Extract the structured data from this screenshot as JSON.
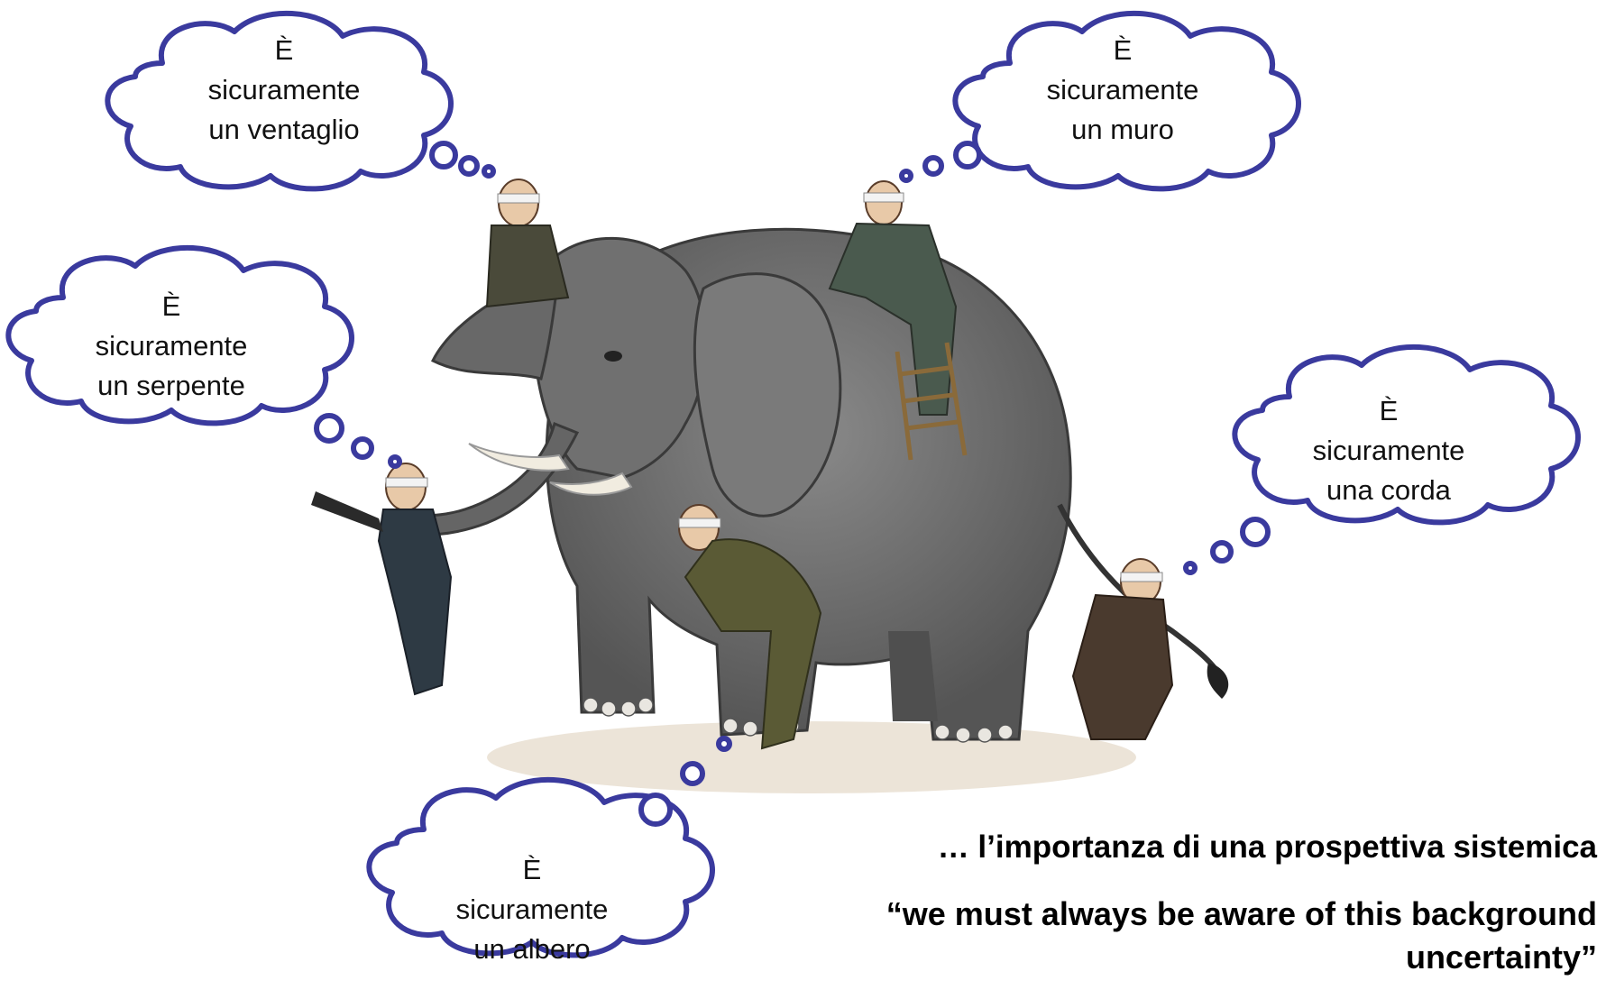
{
  "colors": {
    "bubble_stroke": "#3a3a9e",
    "elephant_body": "#6a6a6a",
    "elephant_shade": "#4f4f4f",
    "tusk": "#f1ece0"
  },
  "bubbles": [
    {
      "id": "fan",
      "line1": "È",
      "line2": "sicuramente",
      "line3": "un ventaglio"
    },
    {
      "id": "wall",
      "line1": "È",
      "line2": "sicuramente",
      "line3": "un muro"
    },
    {
      "id": "snake",
      "line1": "È",
      "line2": "sicuramente",
      "line3": "un serpente"
    },
    {
      "id": "rope",
      "line1": "È",
      "line2": "sicuramente",
      "line3": "una corda"
    },
    {
      "id": "tree",
      "line1": "È",
      "line2": "sicuramente",
      "line3": "un albero"
    }
  ],
  "caption": {
    "line1": "… l’importanza di una prospettiva sistemica",
    "line2": "“we must always be aware of this background",
    "line3": "uncertainty”"
  },
  "illustration": {
    "subject": "elephant",
    "figures": [
      "ear-man",
      "back-man",
      "trunk-man",
      "leg-man",
      "tail-man"
    ]
  }
}
